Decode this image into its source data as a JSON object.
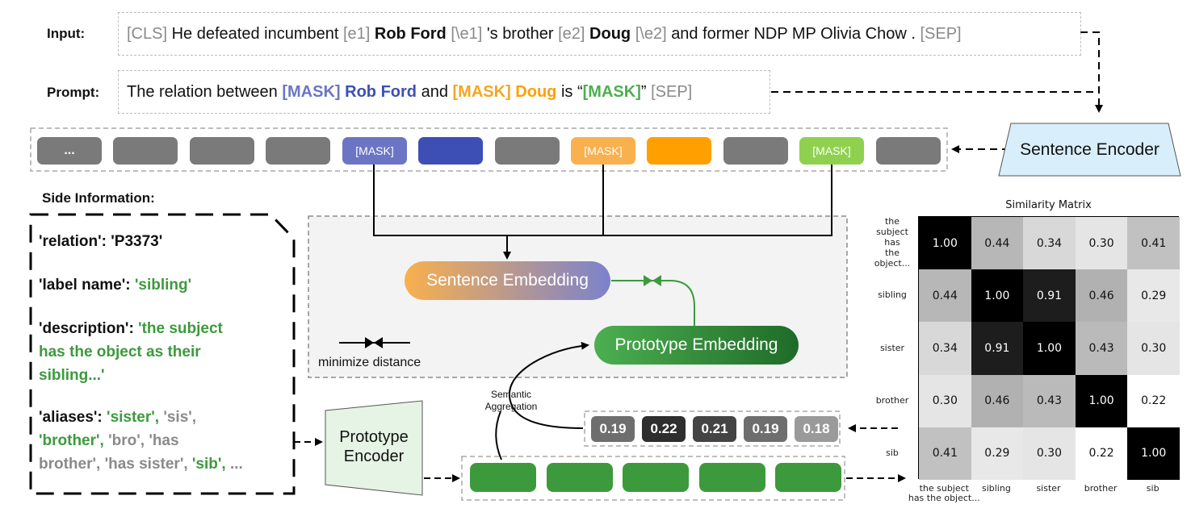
{
  "input": {
    "label": "Input:",
    "parts": [
      "[CLS]",
      "He defeated incumbent",
      "[e1]",
      "Rob Ford",
      "[\\e1]",
      "'s brother",
      "[e2]",
      "Doug",
      "[\\e2]",
      "and former NDP MP Olivia Chow .",
      "[SEP]"
    ]
  },
  "prompt": {
    "label": "Prompt:",
    "parts": [
      "The relation between",
      "[MASK]",
      "Rob Ford",
      "and",
      "[MASK]",
      "Doug",
      "is",
      "“",
      "[MASK]",
      "”",
      "[SEP]"
    ]
  },
  "tokens": {
    "ellipsis": "...",
    "mask1": "[MASK]",
    "mask2": "[MASK]",
    "mask3": "[MASK]"
  },
  "sentence_encoder": "Sentence Encoder",
  "prototype_encoder": [
    "Prototype",
    "Encoder"
  ],
  "sentence_embedding": "Sentence Embedding",
  "prototype_embedding": "Prototype Embedding",
  "minimize_distance": "minimize distance",
  "semantic_aggregation": [
    "Semantic",
    "Aggregation"
  ],
  "side_info": {
    "title": "Side Information:",
    "relation_key": "'relation':",
    "relation_val": "'P3373'",
    "label_key": "'label name':",
    "label_val": "'sibling'",
    "desc_key": "'description':",
    "desc_val_1": "'the subject",
    "desc_val_2": "has the object as their",
    "desc_val_3": "sibling...'",
    "aliases_key": "'aliases':",
    "alias_sister": "'sister',",
    "alias_sis": "'sis',",
    "alias_brother": "'brother',",
    "alias_bro": "'bro',",
    "alias_has": "'has",
    "alias_has_brother": "brother',",
    "alias_has_sister": "'has sister',",
    "alias_sib": "'sib',",
    "alias_more": "..."
  },
  "weights": [
    "0.19",
    "0.22",
    "0.21",
    "0.19",
    "0.18"
  ],
  "colors": {
    "token_gray": "#7a7a7a",
    "mask1": "#6b75c4",
    "entity1": "#3d4fb5",
    "mask2": "#f9b04e",
    "entity2": "#ff9f00",
    "mask3": "#8fd14f",
    "prototype_green": "#3c9a3c"
  },
  "similarity": {
    "title": "Similarity Matrix",
    "row_labels": [
      [
        "the",
        "subject",
        "has",
        "the",
        "object..."
      ],
      [
        "sibling"
      ],
      [
        "sister"
      ],
      [
        "brother"
      ],
      [
        "sib"
      ]
    ],
    "col_labels": [
      [
        "the subject",
        "has the object..."
      ],
      [
        "sibling"
      ],
      [
        "sister"
      ],
      [
        "brother"
      ],
      [
        "sib"
      ]
    ],
    "values": [
      [
        "1.00",
        "0.44",
        "0.34",
        "0.30",
        "0.41"
      ],
      [
        "0.44",
        "1.00",
        "0.91",
        "0.46",
        "0.29"
      ],
      [
        "0.34",
        "0.91",
        "1.00",
        "0.43",
        "0.30"
      ],
      [
        "0.30",
        "0.46",
        "0.43",
        "1.00",
        "0.22"
      ],
      [
        "0.41",
        "0.29",
        "0.30",
        "0.22",
        "1.00"
      ]
    ]
  }
}
